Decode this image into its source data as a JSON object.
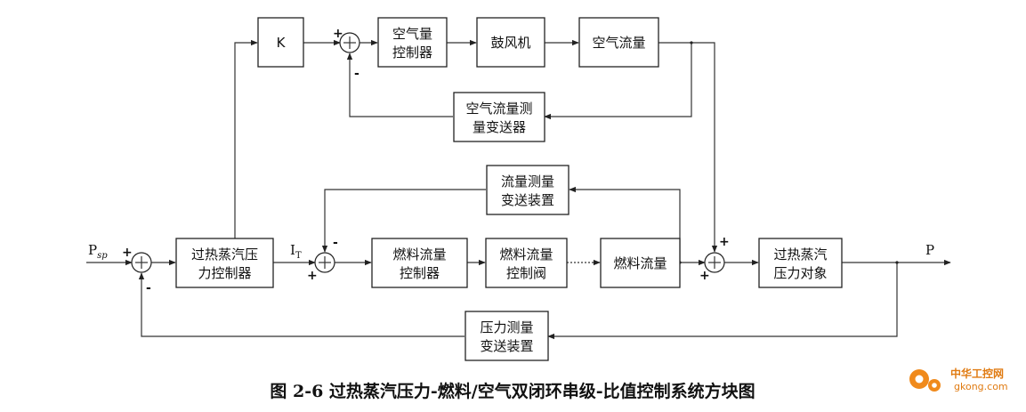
{
  "blocks": {
    "k": [
      "K"
    ],
    "air_ctrl": [
      "空气量",
      "控制器"
    ],
    "blower": [
      "鼓风机"
    ],
    "air_flow": [
      "空气流量"
    ],
    "air_meas": [
      "空气流量测",
      "量变送器"
    ],
    "flow_meas": [
      "流量测量",
      "变送装置"
    ],
    "pressure_ctrl": [
      "过热蒸汽压",
      "力控制器"
    ],
    "fuel_ctrl": [
      "燃料流量",
      "控制器"
    ],
    "fuel_valve": [
      "燃料流量",
      "控制阀"
    ],
    "fuel_flow": [
      "燃料流量"
    ],
    "plant": [
      "过热蒸汽",
      "压力对象"
    ],
    "pressure_meas": [
      "压力测量",
      "变送装置"
    ]
  },
  "signals": {
    "psp": "P",
    "psp_sub": "sp",
    "it": "I",
    "it_sub": "T",
    "p_out": "P"
  },
  "signs": {
    "s1_plus": "+",
    "s1_minus": "-",
    "s2_plus": "+",
    "s2_minus": "-",
    "s3_plus": "+",
    "s3_minus": "-",
    "s4_plus_top": "+",
    "s4_plus_bottom": "+"
  },
  "caption": "图 2-6  过热蒸汽压力-燃料/空气双闭环串级-比值控制系统方块图",
  "watermark": {
    "brand": "中华工控网",
    "site": "gkong.com",
    "colors": {
      "gear": "#f08a1c",
      "text": "#e07b12"
    }
  }
}
